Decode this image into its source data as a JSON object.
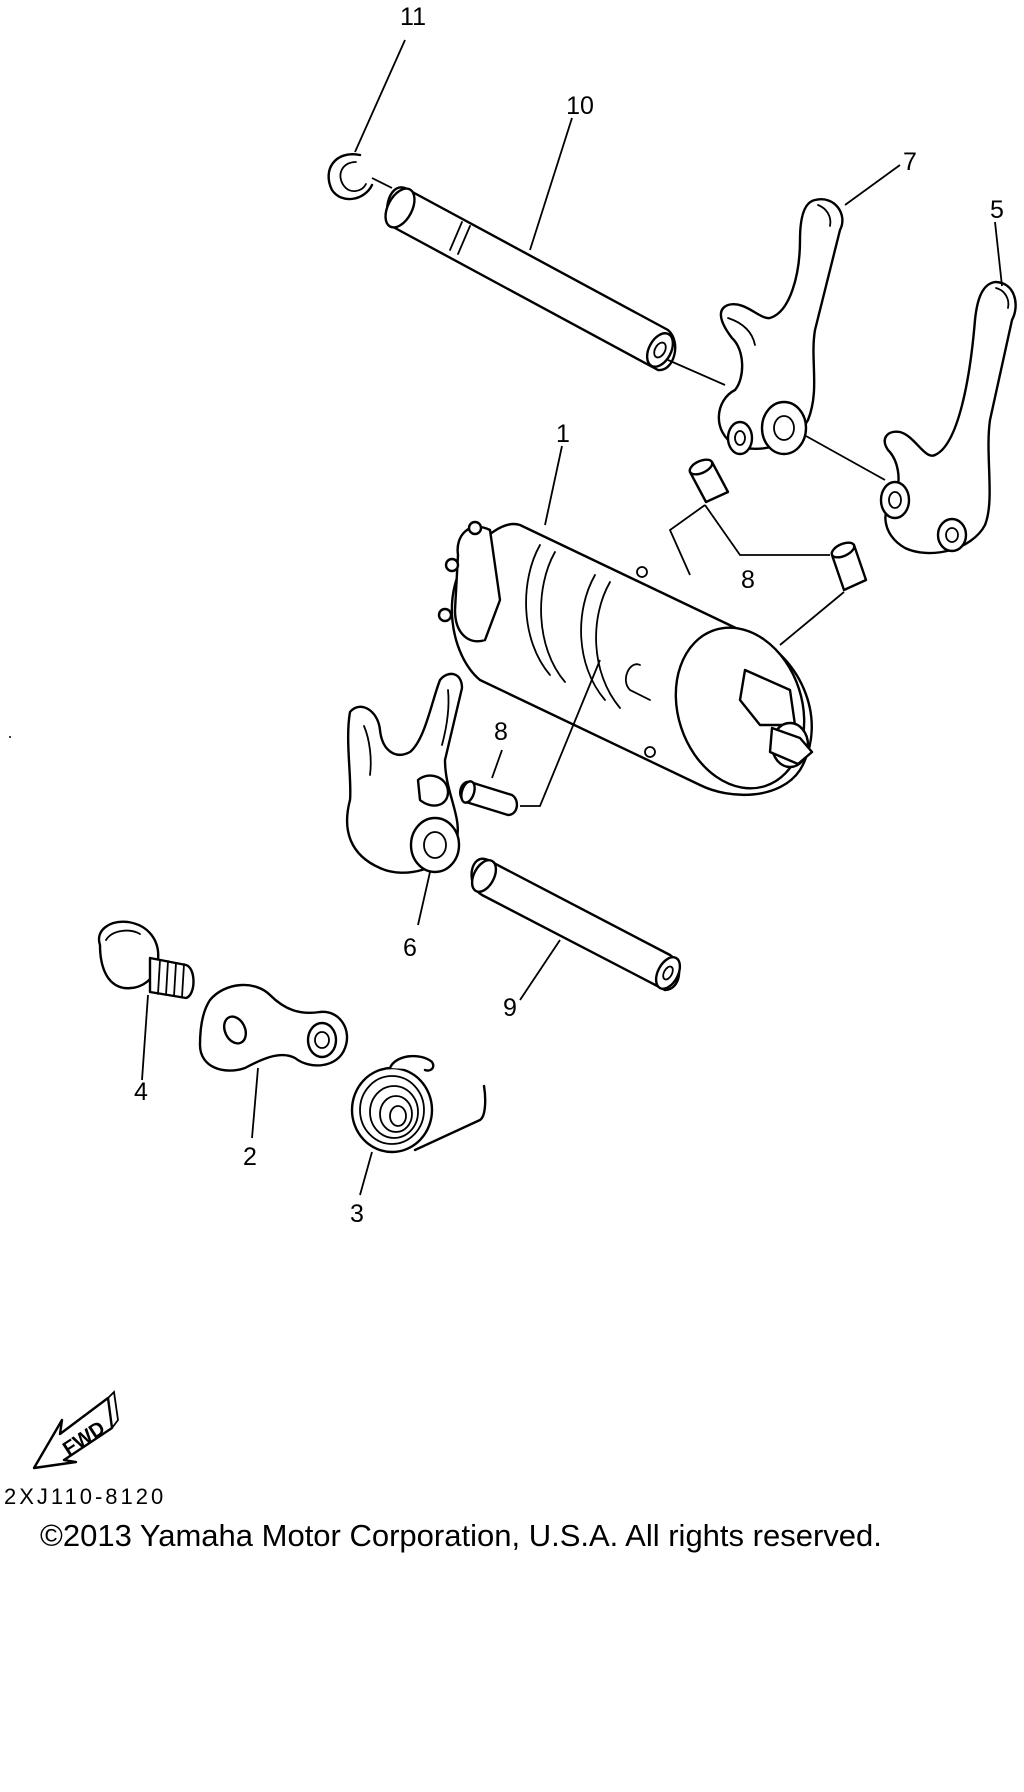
{
  "callouts": {
    "p1": "1",
    "p2": "2",
    "p3": "3",
    "p4": "4",
    "p5": "5",
    "p6": "6",
    "p7": "7",
    "p8a": "8",
    "p8b": "8",
    "p9": "9",
    "p10": "10",
    "p11": "11"
  },
  "forward_badge": {
    "label": "FWD",
    "icon": "fwd-arrow-icon"
  },
  "reference_code": "2XJ110-8120",
  "copyright": "©2013 Yamaha Motor Corporation, U.S.A. All rights reserved.",
  "colors": {
    "ink": "#000000",
    "paper": "#ffffff"
  }
}
